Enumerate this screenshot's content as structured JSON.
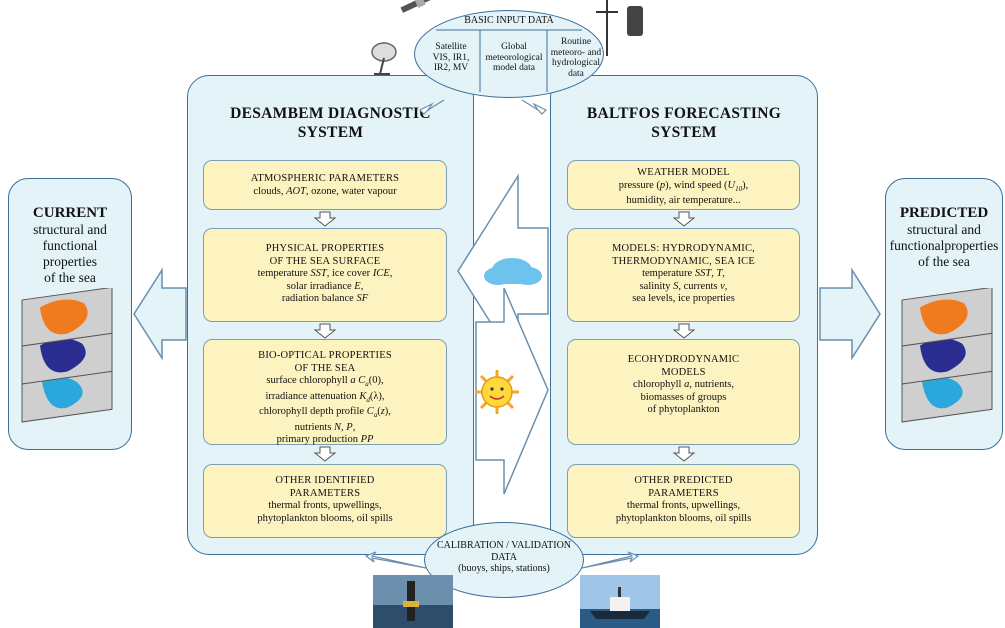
{
  "input": {
    "title": "BASIC INPUT DATA",
    "col1": [
      "Satellite",
      "VIS, IR1,",
      "IR2, MV"
    ],
    "col2": [
      "Global",
      "meteorological",
      "model data"
    ],
    "col3": [
      "Routine",
      "meteoro- and",
      "hydrological",
      "data"
    ]
  },
  "left_system": {
    "title_l1": "DESAMBEM DIAGNOSTIC",
    "title_l2": "SYSTEM"
  },
  "right_system": {
    "title_l1": "BALTFOS FORECASTING",
    "title_l2": "SYSTEM"
  },
  "left_boxes": [
    {
      "head": [
        "ATMOSPHERIC PARAMETERS"
      ],
      "lines": [
        "clouds, AOT, ozone, water vapour"
      ]
    },
    {
      "head": [
        "PHYSICAL PROPERTIES",
        "OF THE SEA SURFACE"
      ],
      "lines": [
        "temperature SST, ice cover ICE,",
        "solar irradiance E,",
        "radiation balance SF"
      ]
    },
    {
      "head": [
        "BIO-OPTICAL PROPERTIES",
        "OF THE SEA"
      ],
      "lines": [
        "surface chlorophyll a Ca(0),",
        "irradiance attenuation Kd(λ),",
        "chlorophyll depth profile Ca(z),",
        "nutrients N, P,",
        "primary production PP"
      ]
    },
    {
      "head": [
        "OTHER IDENTIFIED",
        "PARAMETERS"
      ],
      "lines": [
        "thermal fronts, upwellings,",
        "phytoplankton blooms, oil spills"
      ]
    }
  ],
  "right_boxes": [
    {
      "head": [
        "WEATHER MODEL"
      ],
      "lines": [
        "pressure (p), wind speed (U10),",
        "humidity, air temperature..."
      ]
    },
    {
      "head": [
        "MODELS: HYDRODYNAMIC,",
        "THERMODYNAMIC, SEA ICE"
      ],
      "lines": [
        "temperature SST, T,",
        "salinity S, currents v,",
        "sea levels, ice properties"
      ]
    },
    {
      "head": [
        "ECOHYDRODYNAMIC",
        "MODELS"
      ],
      "lines": [
        "chlorophyll a, nutrients,",
        "biomasses of groups",
        "of phytoplankton"
      ]
    },
    {
      "head": [
        "OTHER PREDICTED",
        "PARAMETERS"
      ],
      "lines": [
        "thermal fronts, upwellings,",
        "phytoplankton blooms, oil spills"
      ]
    }
  ],
  "current": {
    "bold": "CURRENT",
    "lines": [
      "structural and",
      "functional",
      "properties",
      "of the sea"
    ]
  },
  "predicted": {
    "bold": "PREDICTED",
    "lines": [
      "structural and",
      "functionalproperties",
      "of the sea"
    ]
  },
  "calibration": {
    "lines": [
      "CALIBRATION / VALIDATION",
      "DATA",
      "(buoys, ships, stations)"
    ]
  },
  "colors": {
    "panel": "#e3f3f8",
    "box": "#fdf3c0",
    "border": "#3c6f9a",
    "map_sea_orange": "#f07a1e",
    "map_sea_navy": "#2a2d8f",
    "map_sea_cyan": "#2aa7dc"
  }
}
